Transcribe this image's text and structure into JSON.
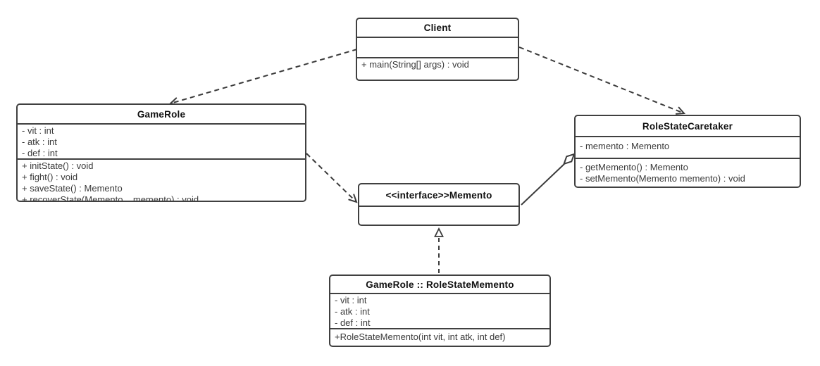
{
  "diagram": {
    "kind": "uml-class-diagram",
    "pattern": "Memento",
    "colors": {
      "background": "#ffffff",
      "line": "#3b3b3b",
      "box_border": "#404040",
      "text": "#3b3b3b",
      "title_text": "#111111"
    }
  },
  "classes": {
    "client": {
      "title": "Client",
      "attributes": [],
      "methods": [
        "+ main(String[] args) : void"
      ]
    },
    "gamerole": {
      "title": "GameRole",
      "attributes": [
        "- vit : int",
        "- atk : int",
        "- def : int"
      ],
      "methods": [
        "+ initState() : void",
        "+ fight() : void",
        "+ saveState() : Memento",
        "+ recoverState(Memento    memento) : void"
      ]
    },
    "caretaker": {
      "title": "RoleStateCaretaker",
      "attributes": [
        "- memento : Memento"
      ],
      "methods": [
        "- getMemento() : Memento",
        "- setMemento(Memento memento) : void"
      ]
    },
    "memento": {
      "title": "<<interface>>Memento",
      "attributes": [],
      "methods": []
    },
    "rolestatememento": {
      "title": "GameRole :: RoleStateMemento",
      "attributes": [
        "- vit : int",
        "- atk : int",
        "- def : int"
      ],
      "methods": [
        "+RoleStateMemento(int vit, int atk, int def)"
      ]
    }
  },
  "relationships": [
    {
      "from": "Client",
      "to": "GameRole",
      "type": "dependency",
      "line": "dashed",
      "head": "open-arrow"
    },
    {
      "from": "Client",
      "to": "RoleStateCaretaker",
      "type": "dependency",
      "line": "dashed",
      "head": "open-arrow"
    },
    {
      "from": "GameRole",
      "to": "Memento",
      "type": "dependency",
      "line": "dashed",
      "head": "open-arrow"
    },
    {
      "from": "RoleStateCaretaker",
      "to": "Memento",
      "type": "aggregation",
      "line": "solid",
      "head": "hollow-diamond"
    },
    {
      "from": "GameRole :: RoleStateMemento",
      "to": "Memento",
      "type": "realization",
      "line": "dashed",
      "head": "hollow-triangle"
    }
  ]
}
